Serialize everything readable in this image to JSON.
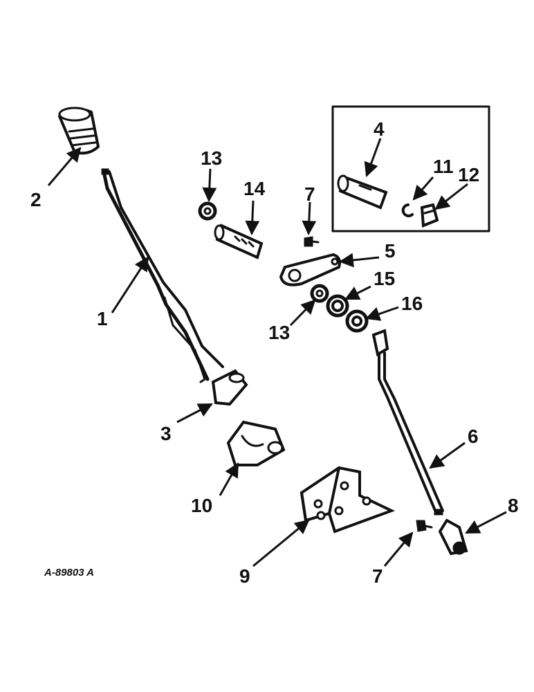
{
  "callouts": [
    {
      "id": "c1",
      "label": "1"
    },
    {
      "id": "c2",
      "label": "2"
    },
    {
      "id": "c3",
      "label": "3"
    },
    {
      "id": "c4",
      "label": "4"
    },
    {
      "id": "c5",
      "label": "5"
    },
    {
      "id": "c6",
      "label": "6"
    },
    {
      "id": "c7a",
      "label": "7"
    },
    {
      "id": "c7b",
      "label": "7"
    },
    {
      "id": "c8",
      "label": "8"
    },
    {
      "id": "c9",
      "label": "9"
    },
    {
      "id": "c10",
      "label": "10"
    },
    {
      "id": "c11",
      "label": "11"
    },
    {
      "id": "c12",
      "label": "12"
    },
    {
      "id": "c13a",
      "label": "13"
    },
    {
      "id": "c13b",
      "label": "13"
    },
    {
      "id": "c14",
      "label": "14"
    },
    {
      "id": "c15",
      "label": "15"
    },
    {
      "id": "c16",
      "label": "16"
    }
  ],
  "drawing_code": "A-89803 A"
}
